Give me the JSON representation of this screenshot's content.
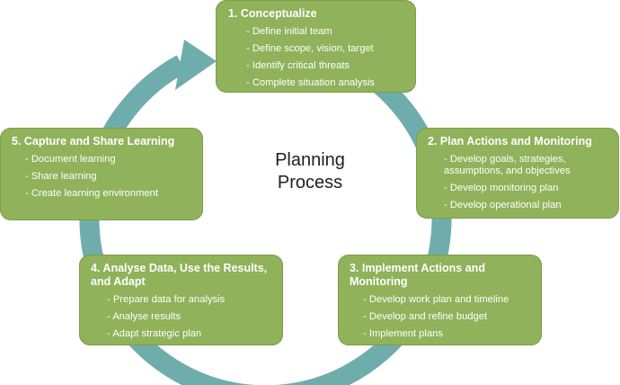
{
  "center": {
    "line1": "Planning",
    "line2": "Process"
  },
  "colors": {
    "ring": "#6fadac",
    "box_fill": "#8fb25a",
    "box_text": "#ffffff",
    "title_text": "#1f1f1f"
  },
  "steps": [
    {
      "title": "1. Conceptualize",
      "items": [
        "- Define initial team",
        "- Define scope, vision, target",
        "- Identify critical threats",
        "- Complete situation analysis"
      ]
    },
    {
      "title": "2. Plan Actions and Monitoring",
      "items": [
        "- Develop goals, strategies, assumptions, and objectives",
        "- Develop monitoring plan",
        "- Develop operational plan"
      ]
    },
    {
      "title": "3. Implement Actions and Monitoring",
      "items": [
        "- Develop work plan and timeline",
        "- Develop and refine budget",
        "- Implement plans"
      ]
    },
    {
      "title": "4. Analyse Data, Use the Results, and Adapt",
      "items": [
        "- Prepare data for analysis",
        "- Analyse results",
        "- Adapt strategic plan"
      ]
    },
    {
      "title": "5. Capture and Share Learning",
      "items": [
        "- Document learning",
        "- Share learning",
        "- Create learning environment"
      ]
    }
  ]
}
